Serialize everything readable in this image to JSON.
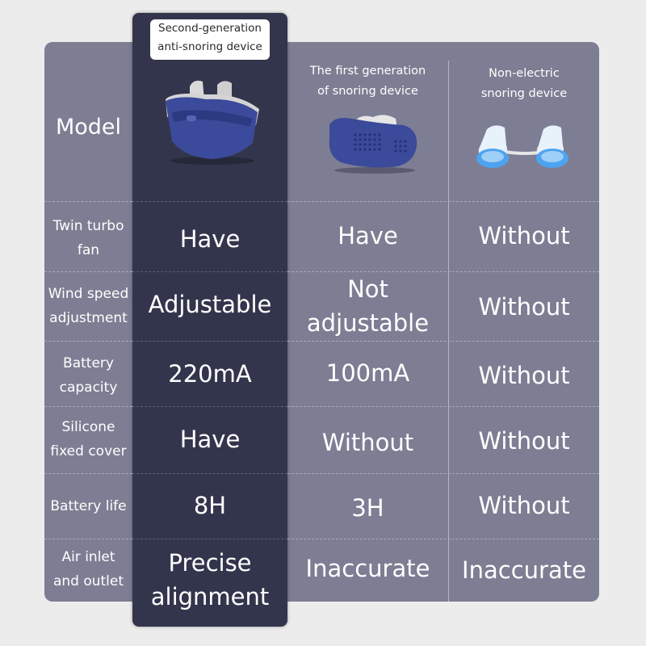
{
  "header": {
    "model_label": "Model",
    "col_second": [
      "Second-generation",
      "anti-snoring device"
    ],
    "col_first": [
      "The first generation",
      "of snoring device"
    ],
    "col_nonelectric": [
      "Non-electric",
      "snoring device"
    ]
  },
  "rows": [
    {
      "label": [
        "Twin turbo",
        "fan"
      ],
      "second": [
        "Have"
      ],
      "first": [
        "Have"
      ],
      "nonelectric": [
        "Without"
      ]
    },
    {
      "label": [
        "Wind speed",
        "adjustment"
      ],
      "second": [
        "Adjustable"
      ],
      "first": [
        "Not",
        "adjustable"
      ],
      "nonelectric": [
        "Without"
      ]
    },
    {
      "label": [
        "Battery",
        "capacity"
      ],
      "second": [
        "220mA"
      ],
      "first": [
        "100mA"
      ],
      "nonelectric": [
        "Without"
      ]
    },
    {
      "label": [
        "Silicone",
        "fixed cover"
      ],
      "second": [
        "Have"
      ],
      "first": [
        "Without"
      ],
      "nonelectric": [
        "Without"
      ]
    },
    {
      "label": [
        "Battery life"
      ],
      "second": [
        "8H"
      ],
      "first": [
        "3H"
      ],
      "nonelectric": [
        "Without"
      ]
    },
    {
      "label": [
        "Air inlet",
        "and outlet"
      ],
      "second": [
        "Precise",
        "alignment"
      ],
      "first": [
        "Inaccurate"
      ],
      "nonelectric": [
        "Inaccurate"
      ]
    }
  ],
  "colors": {
    "table_bg": "#7d7e93",
    "highlight_bg": "#33354c",
    "page_bg": "#ececec",
    "device_blue": "#3b4a9a",
    "silicone_blue": "#4ea3ef"
  },
  "images": {
    "second_gen": "anti-snoring-device-image",
    "first_gen": "first-gen-device-image",
    "non_electric": "nasal-plug-image"
  }
}
